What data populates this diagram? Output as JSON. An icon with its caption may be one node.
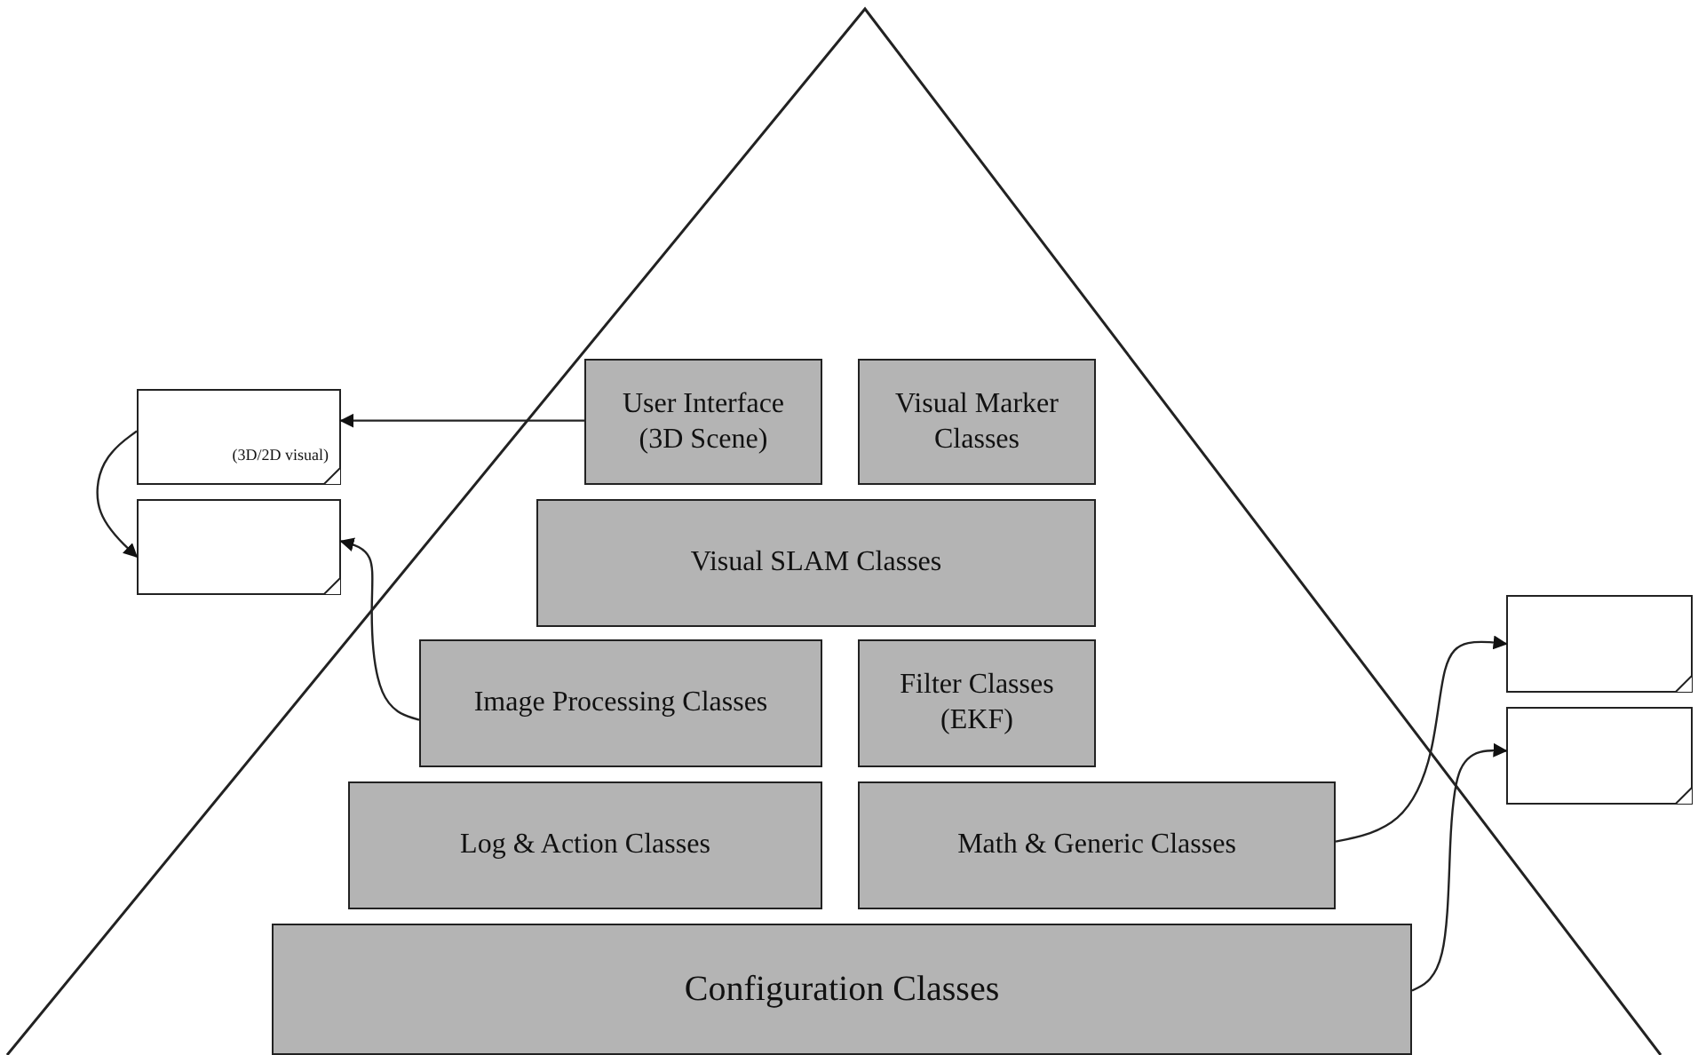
{
  "diagram": {
    "nodes": [
      {
        "text": [
          "(3D/2D visual)"
        ]
      },
      {
        "text": [],
        "shape": "box"
      },
      {
        "text": [
          "User Interface (3D Scene)"
        ]
      },
      {
        "text": [
          "Visual Marker Classes"
        ]
      },
      {
        "text": [
          "Visual SLAM Classes"
        ]
      },
      {
        "text": [
          "Image Processing Classes"
        ]
      },
      {
        "text": [
          "Filter Classes (EKF)"
        ]
      },
      {
        "text": [],
        "shape": "box"
      },
      {
        "text": [],
        "shape": "box"
      },
      {
        "text": [
          "Log & Action Classes"
        ]
      },
      {
        "text": [
          "Math & Generic Classes"
        ]
      },
      {
        "text": [
          "Configuration Classes"
        ]
      }
    ],
    "edges": [
      {
        "from": 2,
        "to": 0,
        "arrow": "to"
      },
      {
        "from": 0,
        "to": 1,
        "arrow": "to"
      },
      {
        "from": 5,
        "to": 1,
        "arrow": "to"
      },
      {
        "from": 10,
        "to": 7,
        "arrow": "to"
      },
      {
        "from": 11,
        "to": 8,
        "arrow": "to"
      }
    ]
  }
}
